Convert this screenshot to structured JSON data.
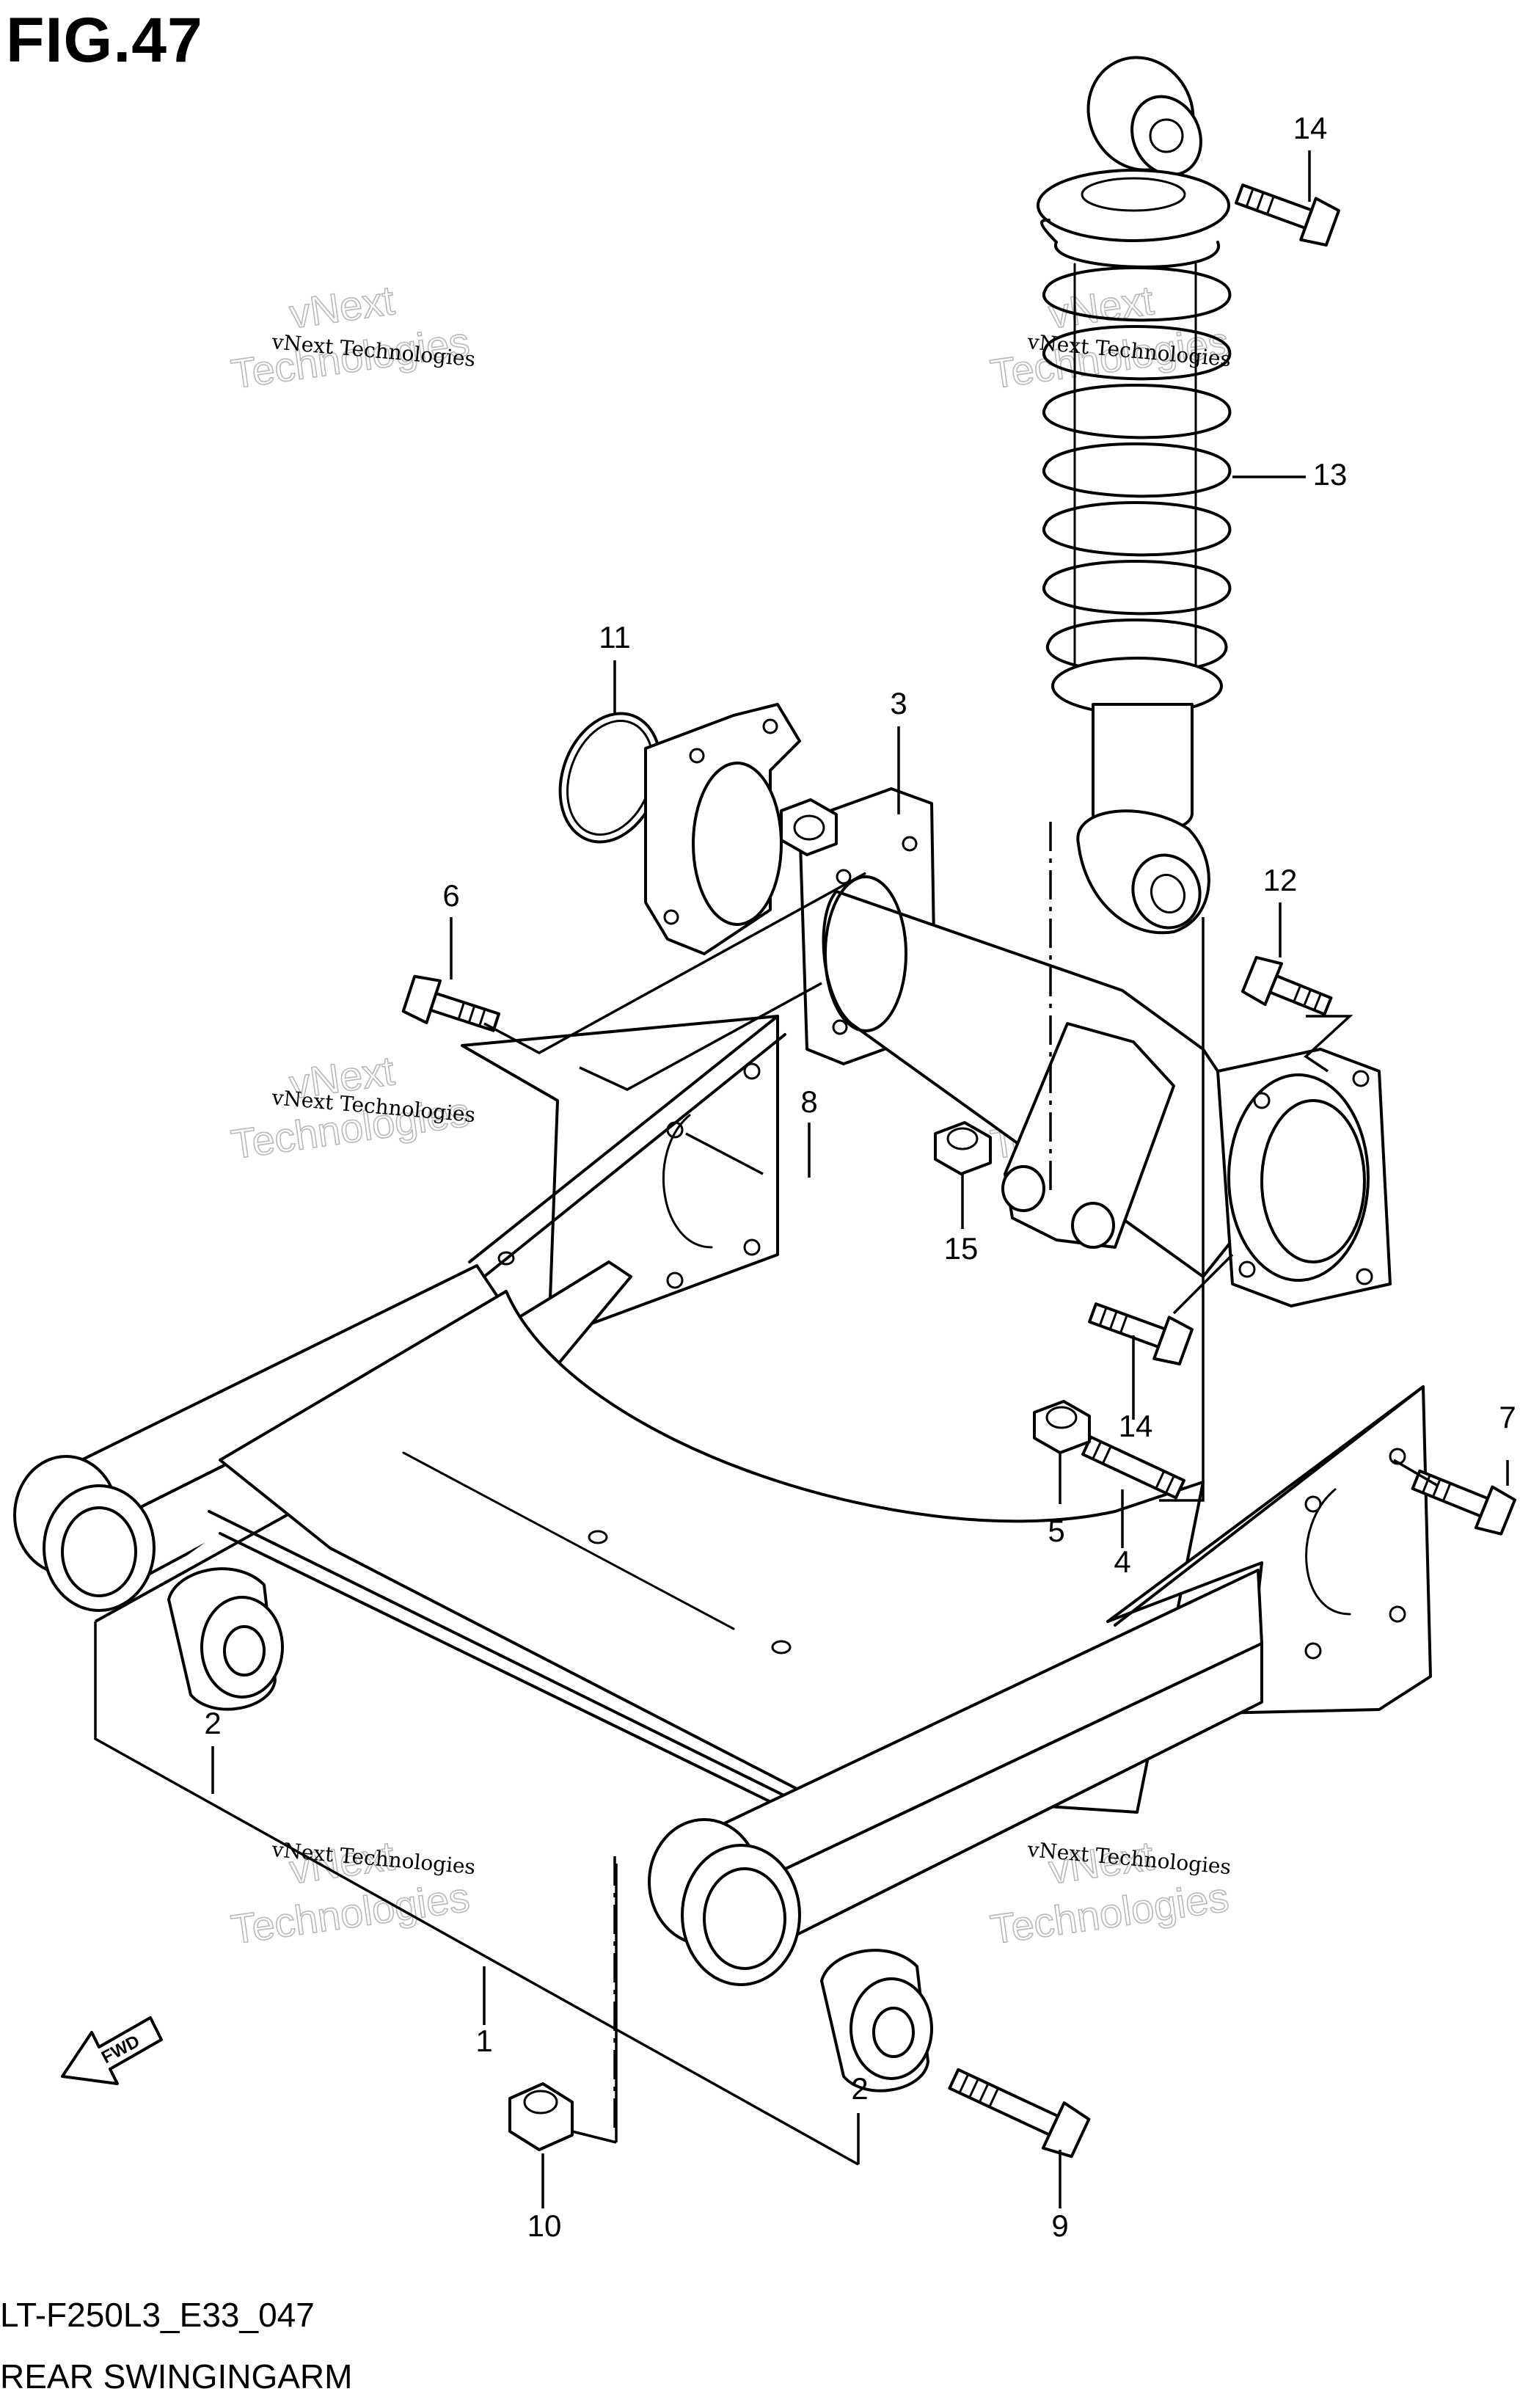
{
  "figure": {
    "title": "FIG.47",
    "code": "LT-F250L3_E33_047",
    "subtitle": "REAR SWINGINGARM"
  },
  "watermark": {
    "small_text": "vNext Technologies",
    "big_line1": "vNext",
    "big_line2": "Technologies"
  },
  "fwd_label": "FWD",
  "callouts": {
    "c1": "1",
    "c2a": "2",
    "c2b": "2",
    "c3": "3",
    "c4": "4",
    "c5": "5",
    "c6": "6",
    "c7": "7",
    "c8": "8",
    "c9": "9",
    "c10": "10",
    "c11": "11",
    "c12": "12",
    "c13": "13",
    "c14a": "14",
    "c14b": "14",
    "c15": "15"
  }
}
